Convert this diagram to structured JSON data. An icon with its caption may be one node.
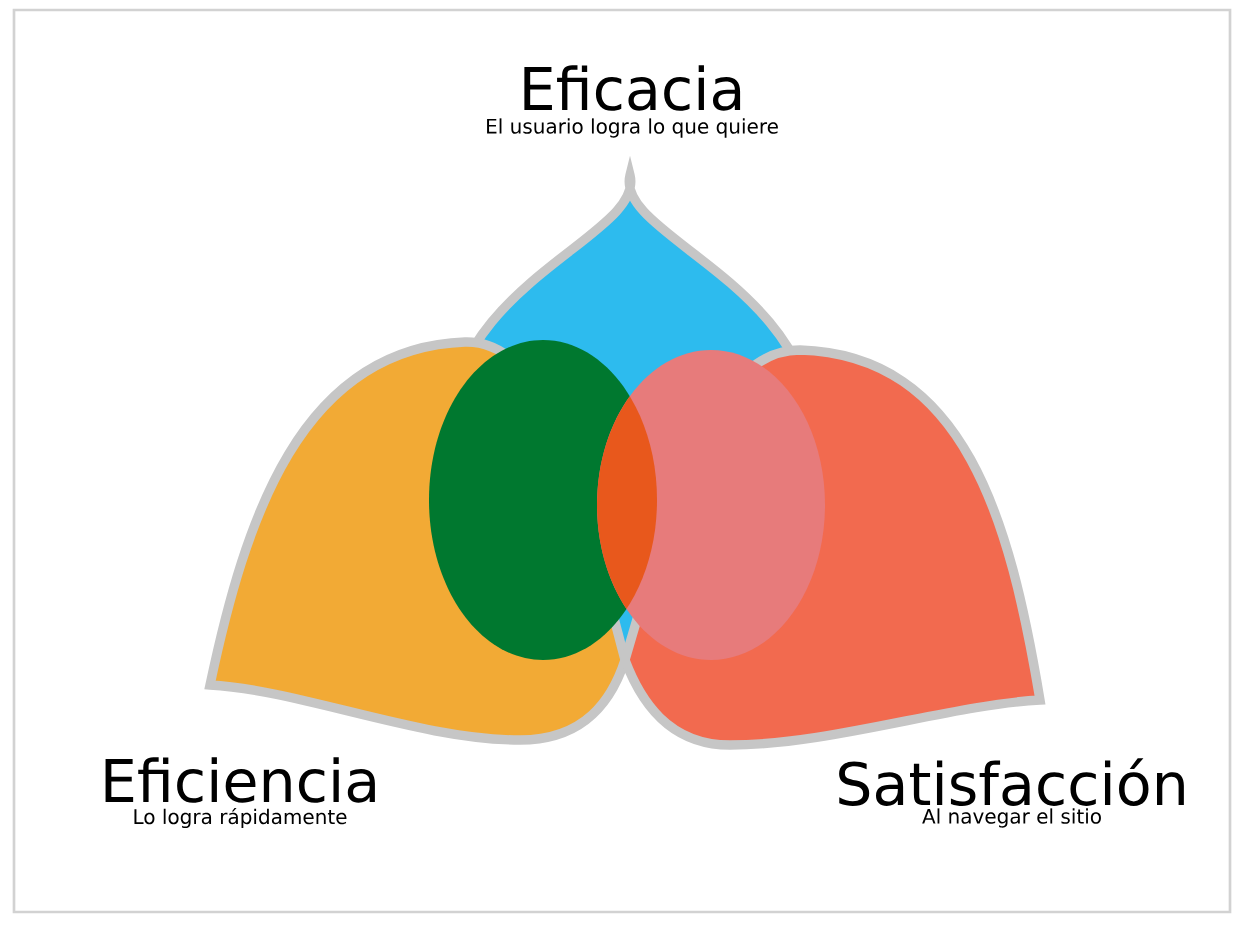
{
  "diagram": {
    "nodes": [
      {
        "text": [
          "Eficacia",
          "El usuario logra lo que quiere"
        ]
      },
      {
        "text": [
          "Eficiencia",
          "Lo logra rápidamente"
        ]
      },
      {
        "text": [
          "Satisfacción",
          "Al navegar el sitio"
        ]
      }
    ]
  }
}
